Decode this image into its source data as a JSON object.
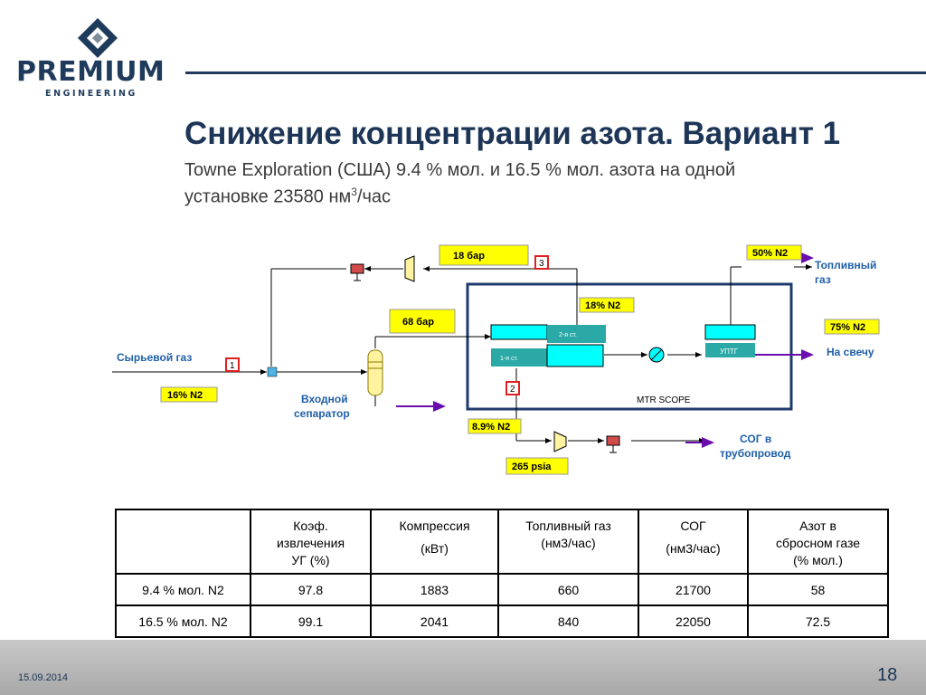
{
  "logo": {
    "word": "PREMIUM",
    "sub": "ENGINEERING"
  },
  "title": "Снижение концентрации азота. Вариант 1",
  "subtitle": {
    "line1": "Towne Exploration (США) 9.4 % мол.  и 16.5 % мол. азота на одной",
    "line2_a": "установке 23580 нм",
    "line2_sup": "3",
    "line2_b": "/час"
  },
  "diagram": {
    "labels": {
      "p18": "18 бар",
      "p68": "68 бар",
      "p265": "265 psia",
      "n50": "50% N2",
      "n18": "18% N2",
      "n75": "75% N2",
      "n16": "16% N2",
      "n89": "8.9% N2",
      "fuel1": "Топливный",
      "fuel2": "газ",
      "flare": "На свечу",
      "feed": "Сырьевой газ",
      "sep1": "Входной",
      "sep2": "сепаратор",
      "sog1": "СОГ в",
      "sog2": "трубопровод",
      "stage2": "2-я ст.",
      "stage1": "1-я ст.",
      "uptg": "УПТГ",
      "scope": "MTR SCOPE",
      "b1": "1",
      "b2": "2",
      "b3": "3"
    },
    "colors": {
      "yellow": "#ffff00",
      "cyan": "#00ffff",
      "teal": "#2aa9a6",
      "frame": "#1f3b6e",
      "purple": "#6a0dad",
      "blue": "#1f5fa8"
    }
  },
  "table": {
    "headers": [
      [
        "",
        "",
        ""
      ],
      [
        "Коэф.",
        "извлечения",
        "УГ (%)"
      ],
      [
        "Компрессия",
        "(кВт)",
        ""
      ],
      [
        "Топливный газ",
        "(нм3/час)",
        ""
      ],
      [
        "СОГ",
        "(нм3/час)",
        ""
      ],
      [
        "Азот в",
        "сбросном газе",
        "(% мол.)"
      ]
    ],
    "rows": [
      [
        "9.4 % мол. N2",
        "97.8",
        "1883",
        "660",
        "21700",
        "58"
      ],
      [
        "16.5 % мол. N2",
        "99.1",
        "2041",
        "840",
        "22050",
        "72.5"
      ]
    ]
  },
  "footer": {
    "date": "15.09.2014",
    "page": "18"
  }
}
